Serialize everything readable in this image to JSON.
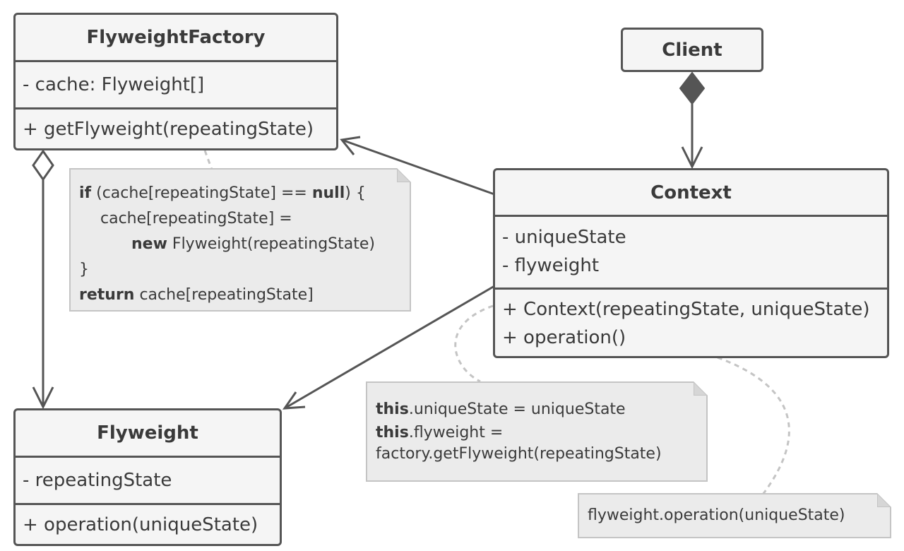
{
  "classes": {
    "flyweight_factory": {
      "name": "FlyweightFactory",
      "fields": [
        "- cache: Flyweight[]"
      ],
      "methods": [
        "+ getFlyweight(repeatingState)"
      ]
    },
    "client": {
      "name": "Client"
    },
    "context": {
      "name": "Context",
      "fields": [
        "- uniqueState",
        "- flyweight"
      ],
      "methods": [
        "+ Context(repeatingState, uniqueState)",
        "+ operation()"
      ]
    },
    "flyweight": {
      "name": "Flyweight",
      "fields": [
        "- repeatingState"
      ],
      "methods": [
        "+ operation(uniqueState)"
      ]
    }
  },
  "notes": {
    "factory_code": {
      "l1_kw": "if",
      "l1_a": " (cache[repeatingState] == ",
      "l1_kw2": "null",
      "l1_b": ") {",
      "l2": "cache[repeatingState] =",
      "l3_kw": "new",
      "l3_a": " Flyweight(repeatingState)",
      "l4": "}",
      "l5_kw": "return",
      "l5_a": " cache[repeatingState]"
    },
    "context_constructor": {
      "l1_kw": "this",
      "l1_a": ".uniqueState = uniqueState",
      "l2_kw": "this",
      "l2_a": ".flyweight =",
      "l3": "factory.getFlyweight(repeatingState)"
    },
    "context_operation": {
      "l1": "flyweight.operation(uniqueState)"
    }
  },
  "colors": {
    "border": "#555555",
    "box_fill": "#f5f5f5",
    "note_fill": "#ebebeb",
    "note_border": "#c4c4c4",
    "dashed": "#c4c4c4",
    "text": "#3a3a3a"
  }
}
